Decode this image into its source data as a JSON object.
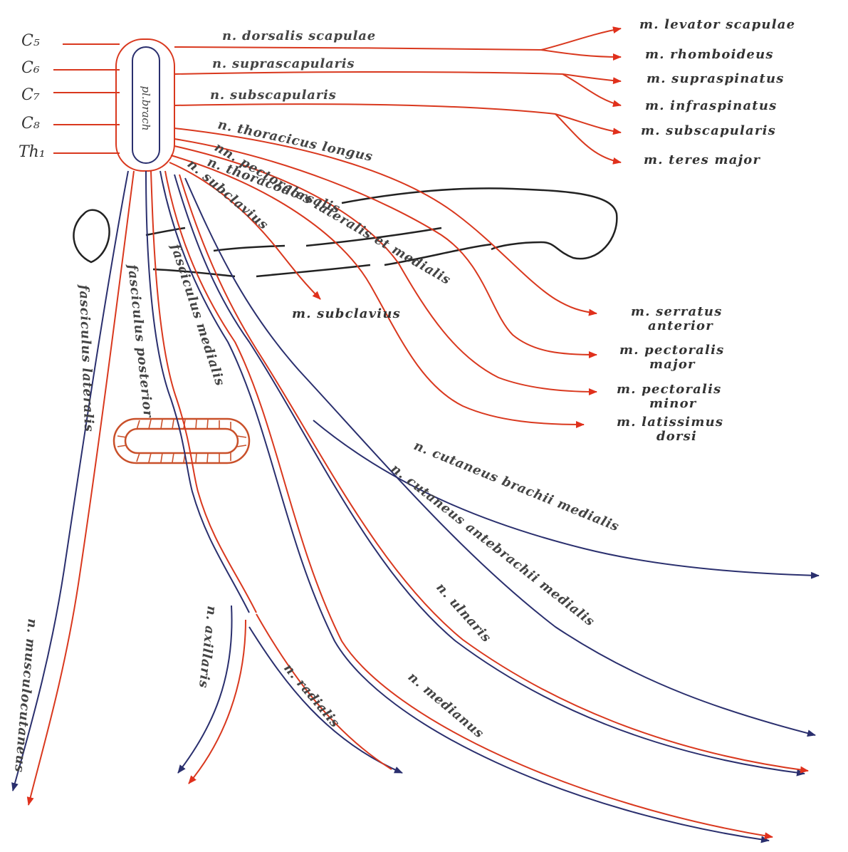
{
  "roots": [
    "C₅",
    "C₆",
    "C₇",
    "C₈",
    "Th₁"
  ],
  "plexus_label": "pl.brach",
  "muscles": {
    "levator_scapulae": "m. levator scapulae",
    "rhomboideus": "m. rhomboideus",
    "supraspinatus": "m. supraspinatus",
    "infraspinatus": "m. infraspinatus",
    "subscapularis": "m. subscapularis",
    "teres_major": "m. teres major",
    "subclavius": "m. subclavius",
    "serratus_1": "m. serratus",
    "serratus_2": "anterior",
    "pect_major_1": "m. pectoralis",
    "pect_major_2": "major",
    "pect_minor_1": "m. pectoralis",
    "pect_minor_2": "minor",
    "latissimus_1": "m. latissimus",
    "latissimus_2": "dorsi"
  },
  "nerves": {
    "dorsalis_scapulae": "n. dorsalis scapulae",
    "suprascapularis": "n. suprascapularis",
    "subscapularis": "n. subscapularis",
    "thoracicus_longus": "n. thoracicus longus",
    "pectorales": "nn. pectorales lateralis et medialis",
    "thoracodorsalis": "n. thoracodorsalis",
    "subclavius": "n. subclavius",
    "fasc_lateralis": "fasciculus lateralis",
    "fasc_posterior": "fasciculus posterior",
    "fasc_medialis": "fasciculus medialis",
    "cut_brachii": "n. cutaneus brachii medialis",
    "cut_antebrachii": "n. cutaneus antebrachii medialis",
    "ulnaris": "n. ulnaris",
    "medianus": "n. medianus",
    "radialis": "n. radialis",
    "axillaris": "n. axillaris",
    "musculocutaneus": "n. musculocutaneus"
  },
  "colors": {
    "motor": "#d9381e",
    "sensory": "#2a2f6e",
    "outline": "#222222"
  }
}
